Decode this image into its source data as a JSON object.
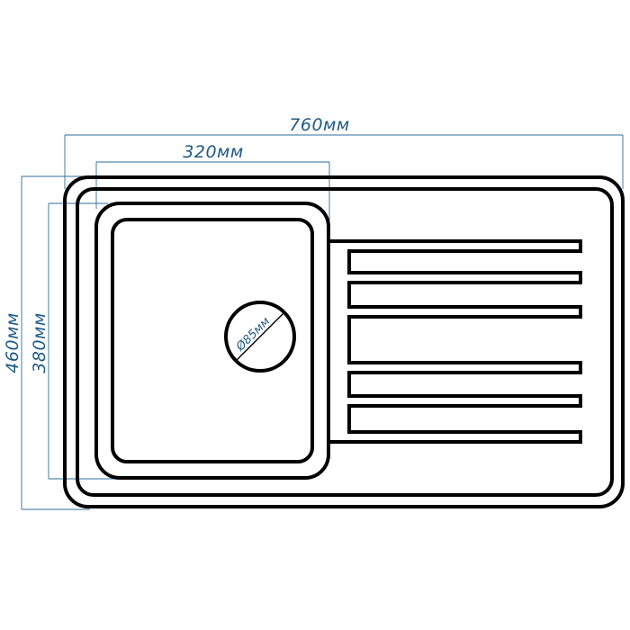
{
  "dimensions": {
    "overall_width": "760мм",
    "bowl_width": "320мм",
    "overall_depth": "460мм",
    "bowl_depth": "380мм",
    "drain_diameter": "Ø85мм"
  },
  "colors": {
    "outline": "#000000",
    "dimension": "#1f5a86"
  },
  "drainer_grooves": 5
}
